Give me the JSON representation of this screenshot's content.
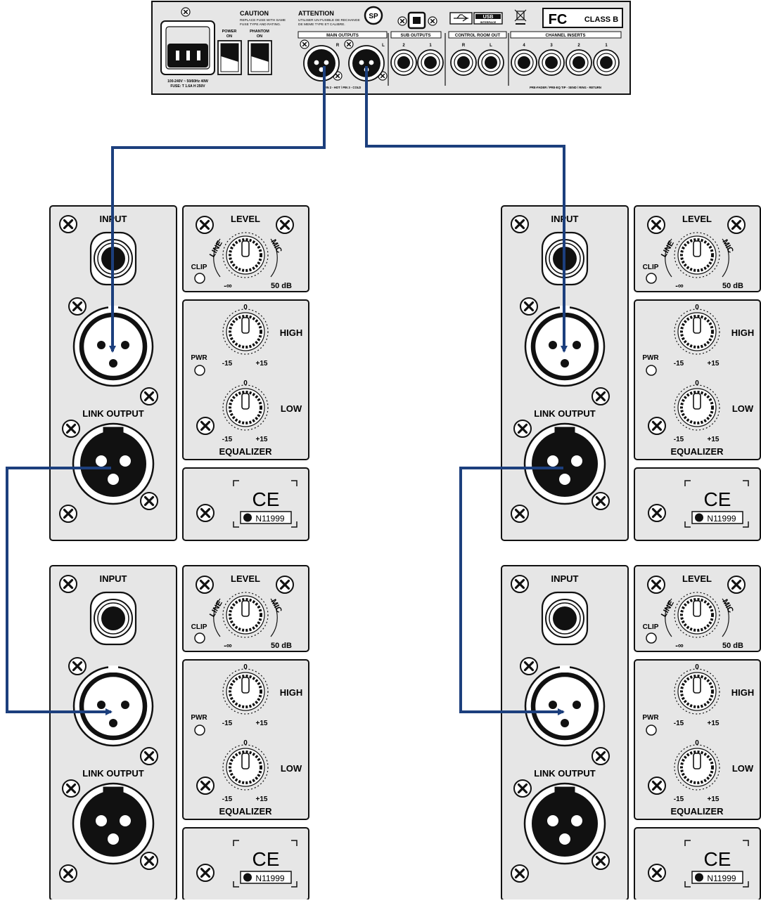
{
  "mixer": {
    "caution_title": "CAUTION",
    "caution_line1": "REPLACE FUSE WITH SAME",
    "caution_line2": "FUSE TYPE AND RATING.",
    "attention_title": "ATTENTION",
    "attention_line1": "UTILISER UN FUSIBLE DE RECHANGE",
    "attention_line2": "DE MEME TYPE ET CALIBRE.",
    "power_label": "POWER",
    "phantom_label": "PHANTOM",
    "on_label": "ON",
    "power_spec1": "100-240V ~ 50/60Hz 40W",
    "power_spec2": "FUSE: T 1.6A H 250V",
    "usb_label": "USB",
    "usb_sub": "INTERFACE",
    "class_b": "CLASS B",
    "fc_logo": "FC",
    "csa_logo": "SP",
    "main_outputs": "MAIN OUTPUTS",
    "sub_outputs": "SUB OUTPUTS",
    "control_room_out": "CONTROL ROOM OUT",
    "channel_inserts": "CHANNEL INSERTS",
    "main_r": "R",
    "main_l": "L",
    "sub_2": "2",
    "sub_1": "1",
    "cr_r": "R",
    "cr_l": "L",
    "ins_4": "4",
    "ins_3": "3",
    "ins_2": "2",
    "ins_1": "1",
    "pin_note": "PIN 2 - HOT / PIN 3 - COLD",
    "insert_note": "PRE-FADER / PRE-EQ TIP - SEND / RING - RETURN"
  },
  "speaker_panel": {
    "input_label": "INPUT",
    "link_output_label": "LINK OUTPUT",
    "level_label": "LEVEL",
    "line_label": "LINE",
    "mic_label": "MIC",
    "clip_label": "CLIP",
    "minus_inf": "-∞",
    "fifty_db": "50 dB",
    "high_label": "HIGH",
    "low_label": "LOW",
    "pwr_label": "PWR",
    "zero_label": "0",
    "minus15": "-15",
    "plus15": "+15",
    "equalizer_label": "EQUALIZER",
    "ce_mark": "CE",
    "cert_label": "N11999"
  },
  "colors": {
    "cable": "#1c3f7d",
    "panel_fill": "#e6e6e6",
    "panel_stroke": "#222222"
  },
  "icons": {
    "screw": "screw-icon",
    "xlr_female": "xlr-female-jack-icon",
    "xlr_male": "xlr-male-jack-icon",
    "jack": "quarter-inch-jack-icon",
    "knob": "rotary-knob-icon",
    "led": "led-indicator-icon",
    "switch": "rocker-switch-icon",
    "power_inlet": "iec-power-inlet-icon"
  }
}
